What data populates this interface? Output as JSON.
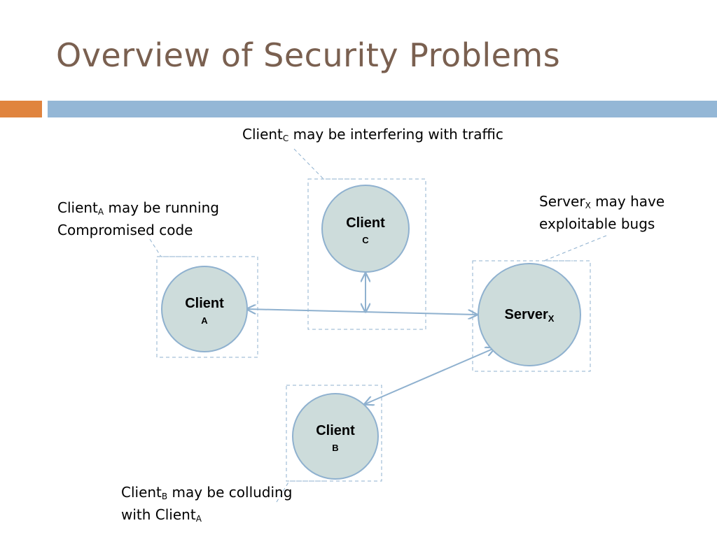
{
  "slide": {
    "title": "Overview of Security Problems"
  },
  "colors": {
    "accent_orange": "#e0843e",
    "accent_blue": "#94b7d6",
    "node_fill": "#cddcdb",
    "node_border": "#8fb1cf",
    "title_color": "#7a6050"
  },
  "nodes": {
    "client_a": {
      "label": "Client",
      "sub": "A"
    },
    "client_b": {
      "label": "Client",
      "sub": "B"
    },
    "client_c": {
      "label": "Client",
      "sub": "C"
    },
    "server_x": {
      "label": "Server",
      "sub": "X"
    }
  },
  "callouts": {
    "client_c": {
      "line1_prefix": "Client",
      "line1_sub": "C",
      "line1_suffix": " may be interfering with traffic"
    },
    "client_a": {
      "line1_prefix": "Client",
      "line1_sub": "A",
      "line1_suffix": " may be running",
      "line2": "Compromised code"
    },
    "server_x": {
      "line1_prefix": "Server",
      "line1_sub": "X",
      "line1_suffix": " may have",
      "line2": "exploitable bugs"
    },
    "client_b": {
      "line1_prefix": "Client",
      "line1_sub": "B",
      "line1_suffix": " may be colluding",
      "line2_prefix": "with Client",
      "line2_sub": "A"
    }
  }
}
